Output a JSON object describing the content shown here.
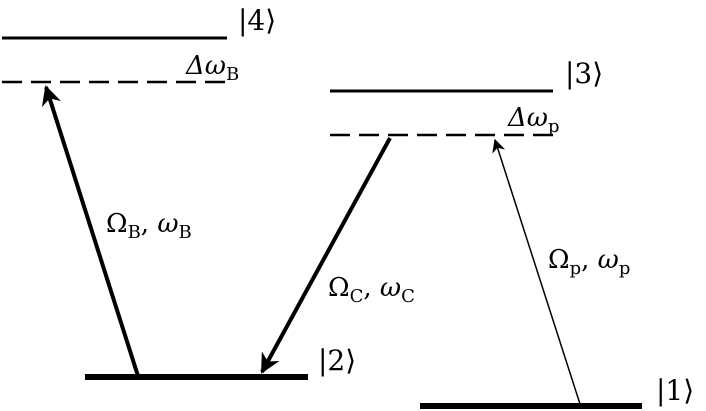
{
  "levels": {
    "state4": {
      "ket": "|4⟩"
    },
    "state3": {
      "ket": "|3⟩"
    },
    "state2": {
      "ket": "|2⟩"
    },
    "state1": {
      "ket": "|1⟩"
    }
  },
  "detunings": {
    "blue": {
      "symbol": "Δω",
      "sub": "B"
    },
    "probe": {
      "symbol": "Δω",
      "sub": "p"
    }
  },
  "transitions": {
    "blue": {
      "rabi": "Ω",
      "rabi_sub": "B",
      "sep": ", ",
      "freq": "ω",
      "freq_sub": "B"
    },
    "coupling": {
      "rabi": "Ω",
      "rabi_sub": "C",
      "sep": ", ",
      "freq": "ω",
      "freq_sub": "C"
    },
    "probe": {
      "rabi": "Ω",
      "rabi_sub": "p",
      "sep": ", ",
      "freq": "ω",
      "freq_sub": "p"
    }
  }
}
